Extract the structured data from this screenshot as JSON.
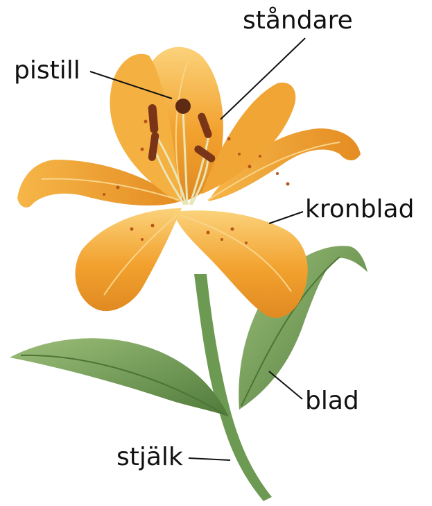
{
  "labels": {
    "standare": "ståndare",
    "pistill": "pistill",
    "kronblad": "kronblad",
    "blad": "blad",
    "stjalk": "stjälk"
  },
  "colors": {
    "petal": "#f2a12e",
    "petal_light": "#fbd27a",
    "petal_dark": "#d9781a",
    "speckle": "#b8561a",
    "anther": "#7a3418",
    "leaf": "#5f8c48",
    "leaf_light": "#9cbf7a",
    "stem": "#6d9a52",
    "leader_line": "#111111"
  }
}
